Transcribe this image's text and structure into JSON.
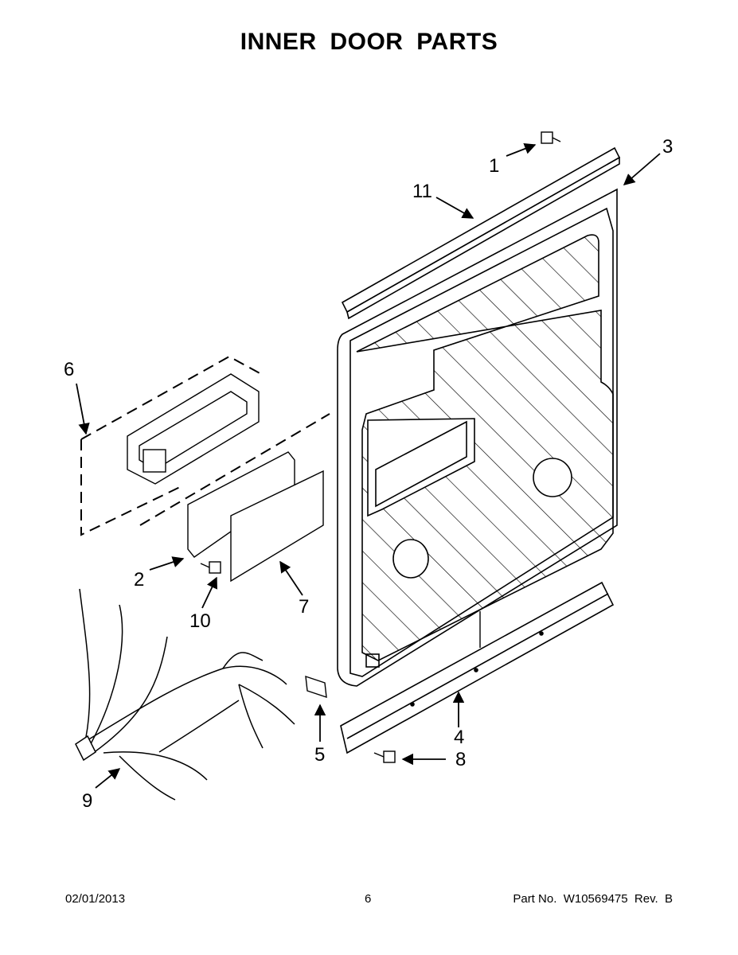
{
  "title": "INNER DOOR PARTS",
  "callouts": {
    "c1": "1",
    "c2": "2",
    "c3": "3",
    "c4": "4",
    "c5": "5",
    "c6": "6",
    "c7": "7",
    "c8": "8",
    "c9": "9",
    "c10": "10",
    "c11": "11"
  },
  "footer": {
    "date": "02/01/2013",
    "page": "6",
    "part": "Part No.  W10569475  Rev.  B"
  }
}
